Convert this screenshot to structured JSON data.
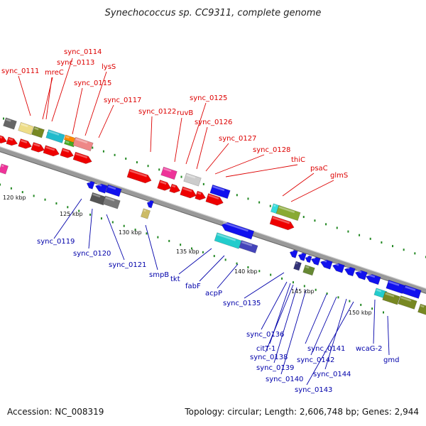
{
  "title": "Synechococcus sp. CC9311, complete genome",
  "footer": {
    "accession": "Accession: NC_008319",
    "summary": "Topology: circular; Length: 2,606,748 bp; Genes: 2,944"
  },
  "colors": {
    "plus_strand_label": "#dd0000",
    "minus_strand_label": "#0000aa",
    "backbone": "#888888",
    "tick": "#228822"
  },
  "scale_labels": [
    "120 kbp",
    "125 kbp",
    "130 kbp",
    "135 kbp",
    "140 kbp",
    "145 kbp",
    "150 kbp"
  ],
  "plus_strand_genes": [
    "sync_0111",
    "sync_0113",
    "sync_0114",
    "mreC",
    "lysS",
    "sync_0115",
    "sync_0117",
    "sync_0122",
    "ruvB",
    "sync_0125",
    "sync_0126",
    "sync_0127",
    "sync_0128",
    "thiC",
    "psaC",
    "glmS"
  ],
  "minus_strand_genes": [
    "sync_0119",
    "sync_0120",
    "sync_0121",
    "smpB",
    "tkt",
    "fabF",
    "acpP",
    "sync_0135",
    "sync_0136",
    "citT-1",
    "sync_0138",
    "sync_0139",
    "sync_0140",
    "sync_0141",
    "sync_0142",
    "sync_0143",
    "sync_0144",
    "wcaG-2",
    "gmd"
  ]
}
